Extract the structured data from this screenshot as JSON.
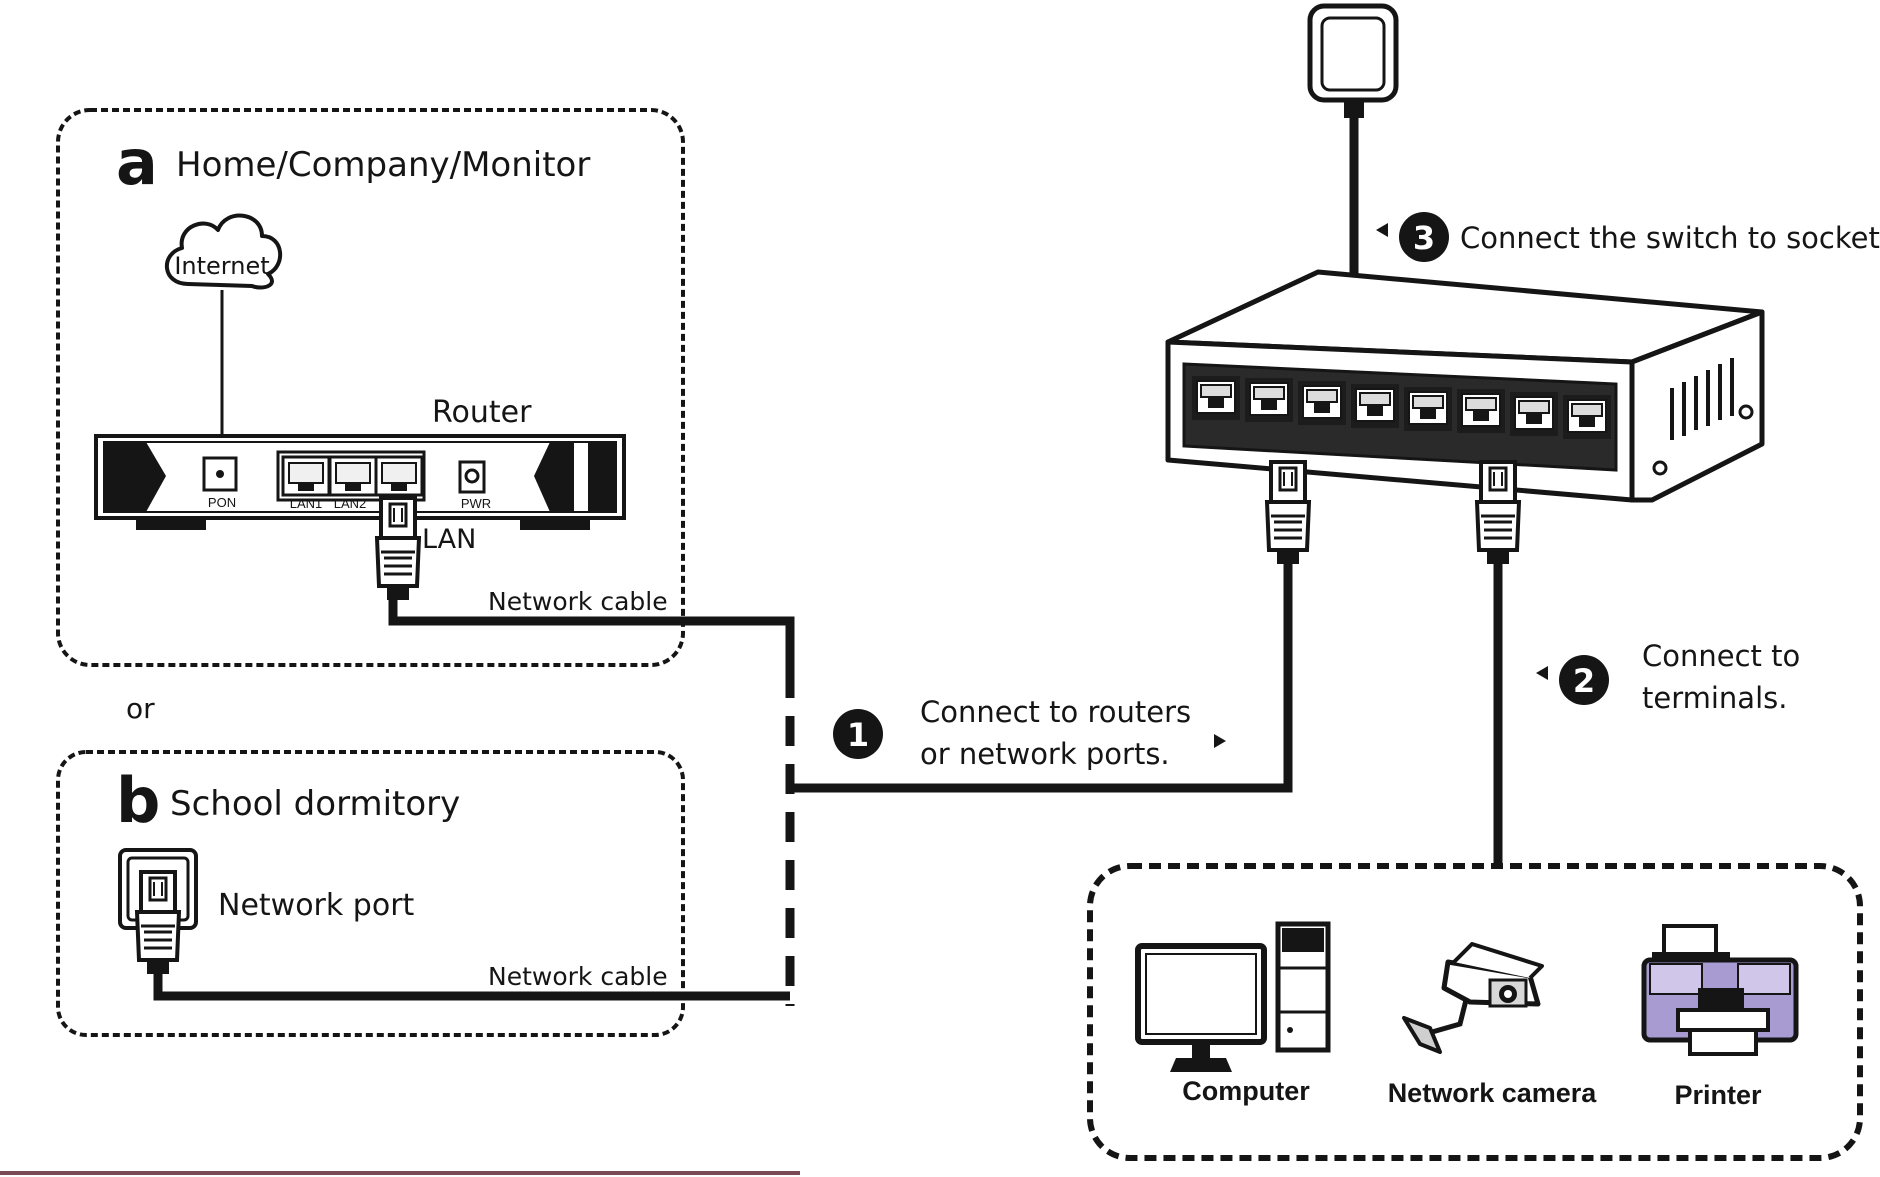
{
  "section_a": {
    "letter": "a",
    "title": "Home/Company/Monitor"
  },
  "section_b": {
    "letter": "b",
    "title": "School dormitory"
  },
  "or_label": "or",
  "internet_label": "Internet",
  "router": {
    "label": "Router",
    "ports": {
      "pon": "PON",
      "lan1": "LAN1",
      "lan2": "LAN2",
      "pwr": "PWR"
    },
    "lan_label": "LAN"
  },
  "network_cable_label_a": "Network cable",
  "network_cable_label_b": "Network cable",
  "network_port_label": "Network port",
  "steps": [
    {
      "number": "1",
      "line1": "Connect to routers",
      "line2": "or network ports."
    },
    {
      "number": "2",
      "line1": "Connect to",
      "line2": "terminals."
    },
    {
      "number": "3",
      "line1": "Connect the switch to socket."
    }
  ],
  "terminals": [
    {
      "label": "Computer"
    },
    {
      "label": "Network camera"
    },
    {
      "label": "Printer"
    }
  ],
  "colors": {
    "ink": "#151515",
    "printer_accent": "#a79bd2"
  },
  "icons": [
    "cloud-icon",
    "router-icon",
    "rj45-plug-icon",
    "wall-port-icon",
    "switch-icon",
    "power-adapter-icon",
    "computer-icon",
    "camera-icon",
    "printer-icon"
  ]
}
